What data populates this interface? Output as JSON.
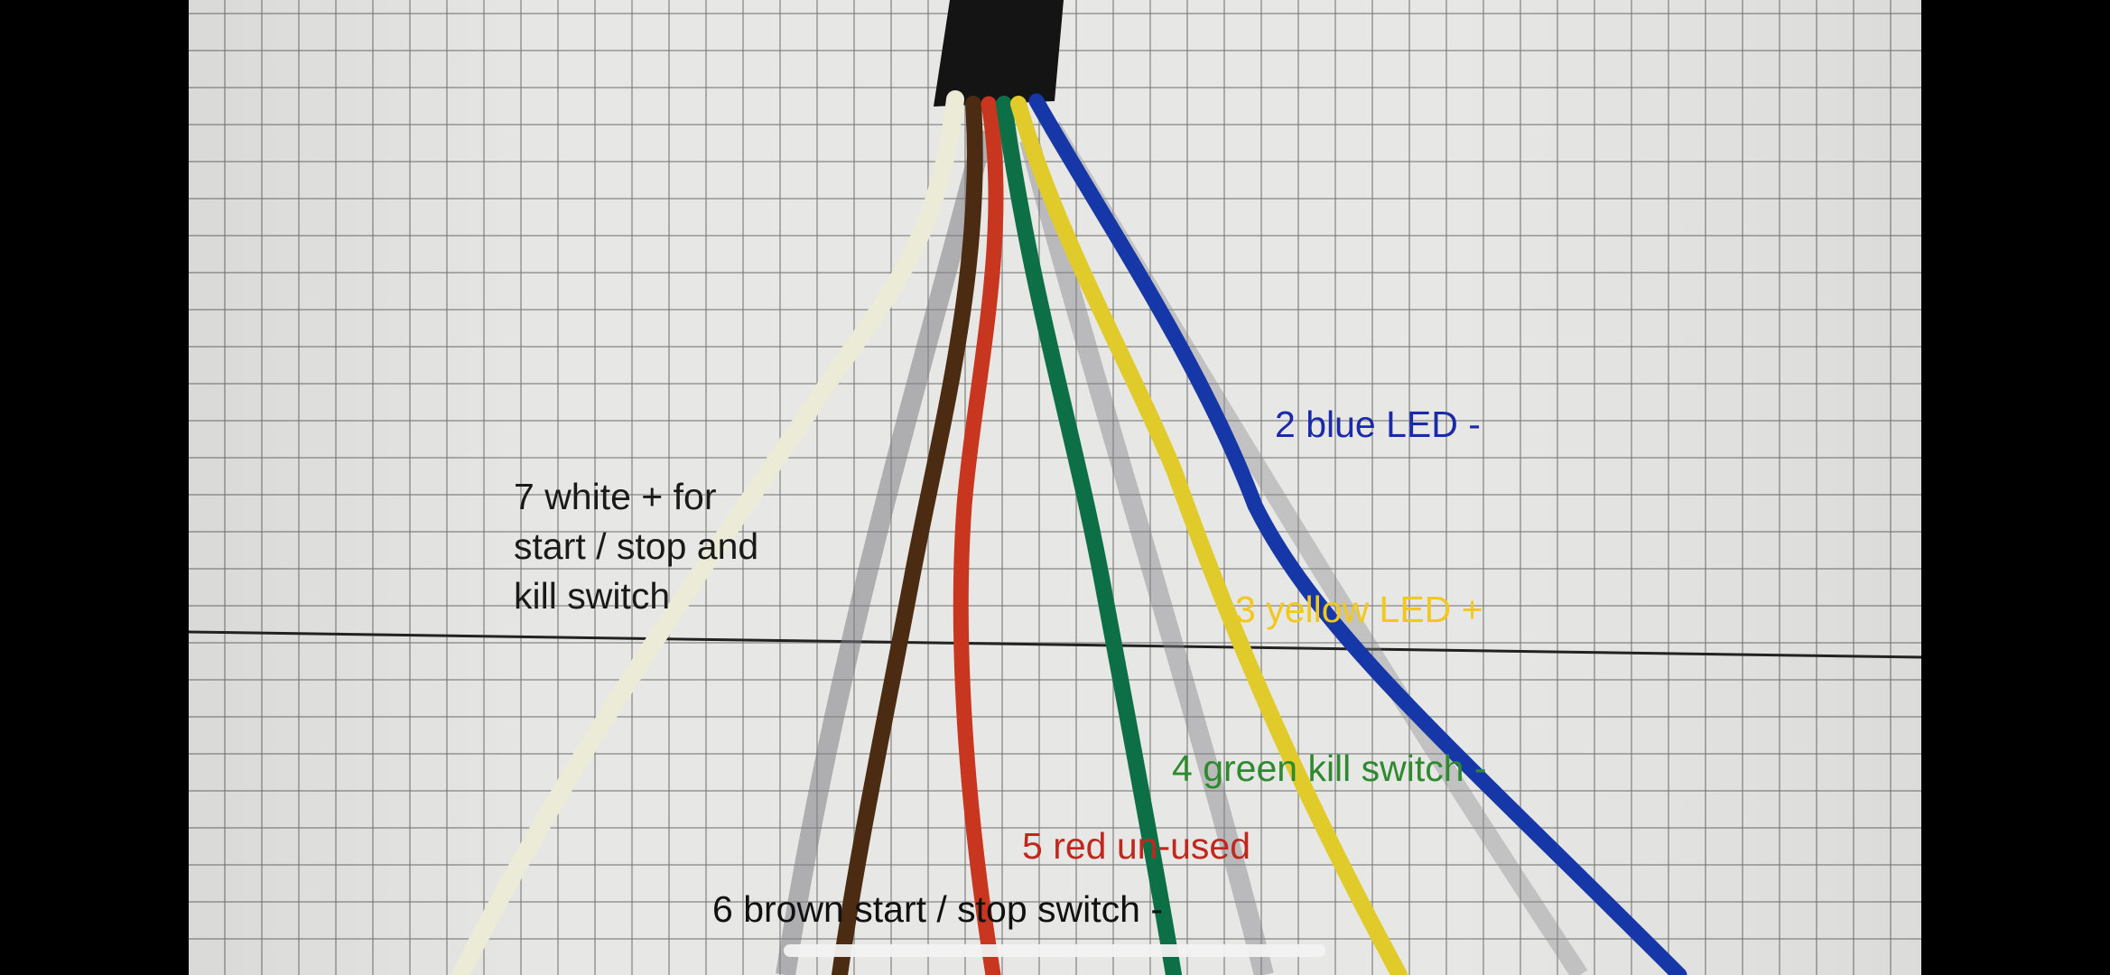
{
  "labels": {
    "white": "7 white + for\nstart / stop and\nkill switch",
    "blue": "2 blue LED -",
    "yellow": "3 yellow LED +",
    "green": "4 green kill switch -",
    "red": "5 red un-used",
    "brown": "6 brown start / stop switch -"
  },
  "colors": {
    "white_label": "#1a1a1a",
    "blue_label": "#1b2aa8",
    "yellow_label": "#f2c81e",
    "green_label": "#2e8a2e",
    "red_label": "#c0281e",
    "brown_label": "#111111",
    "wire_white": "#ecebd8",
    "wire_brown": "#4b2c12",
    "wire_red": "#c9361f",
    "wire_green": "#0d6f45",
    "wire_yellow": "#e1cb2a",
    "wire_blue": "#1637a8",
    "cable_sheath": "#141414"
  }
}
